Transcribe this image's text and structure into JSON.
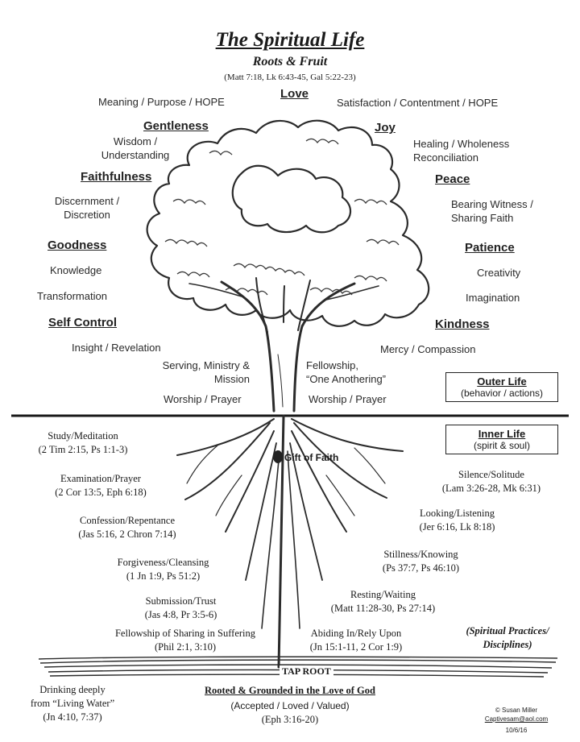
{
  "header": {
    "title": "The Spiritual Life",
    "subtitle": "Roots & Fruit",
    "references": "(Matt 7:18, Lk 6:43-45, Gal 5:22-23)"
  },
  "fruits": {
    "love": "Love",
    "love_left": "Meaning / Purpose / HOPE",
    "love_right": "Satisfaction / Contentment / HOPE",
    "gentleness": "Gentleness",
    "gentleness_desc_1": "Wisdom /",
    "gentleness_desc_2": "Understanding",
    "joy": "Joy",
    "joy_desc_1": "Healing / Wholeness",
    "joy_desc_2": "Reconciliation",
    "faithfulness": "Faithfulness",
    "faithfulness_desc_1": "Discernment /",
    "faithfulness_desc_2": "Discretion",
    "peace": "Peace",
    "peace_desc_1": "Bearing Witness /",
    "peace_desc_2": "Sharing Faith",
    "goodness": "Goodness",
    "goodness_desc_1": "Knowledge",
    "goodness_desc_2": "Transformation",
    "patience": "Patience",
    "patience_desc_1": "Creativity",
    "patience_desc_2": "Imagination",
    "self_control": "Self Control",
    "self_control_desc": "Insight / Revelation",
    "kindness": "Kindness",
    "kindness_desc": "Mercy / Compassion"
  },
  "trunk": {
    "serving_1": "Serving, Ministry &",
    "serving_2": "Mission",
    "fellowship_1": "Fellowship,",
    "fellowship_2": "“One Anothering”",
    "worship_left": "Worship / Prayer",
    "worship_right": "Worship / Prayer"
  },
  "outer_life": {
    "heading": "Outer Life",
    "sub": "(behavior / actions)"
  },
  "inner_life": {
    "heading": "Inner Life",
    "sub": "(spirit & soul)"
  },
  "gift_of_faith": "Gift of Faith",
  "roots_left": [
    {
      "name": "Study/Meditation",
      "ref": "(2 Tim 2:15, Ps 1:1-3)"
    },
    {
      "name": "Examination/Prayer",
      "ref": "(2 Cor 13:5, Eph 6:18)"
    },
    {
      "name": "Confession/Repentance",
      "ref": "(Jas 5:16, 2 Chron 7:14)"
    },
    {
      "name": "Forgiveness/Cleansing",
      "ref": "(1 Jn 1:9, Ps 51:2)"
    },
    {
      "name": "Submission/Trust",
      "ref": "(Jas 4:8, Pr 3:5-6)"
    },
    {
      "name": "Fellowship of Sharing in Suffering",
      "ref": "(Phil 2:1, 3:10)"
    }
  ],
  "roots_right": [
    {
      "name": "Silence/Solitude",
      "ref": "(Lam 3:26-28, Mk 6:31)"
    },
    {
      "name": "Looking/Listening",
      "ref": "(Jer 6:16, Lk 8:18)"
    },
    {
      "name": "Stillness/Knowing",
      "ref": "(Ps 37:7, Ps 46:10)"
    },
    {
      "name": "Resting/Waiting",
      "ref": "(Matt 11:28-30, Ps 27:14)"
    },
    {
      "name": "Abiding In/Rely Upon",
      "ref": "(Jn 15:1-11, 2 Cor 1:9)"
    }
  ],
  "practices_1": "(Spiritual Practices/",
  "practices_2": "Disciplines)",
  "tap_root": "TAP ROOT",
  "drinking_1": "Drinking deeply",
  "drinking_2": "from “Living Water”",
  "drinking_3": "(Jn 4:10, 7:37)",
  "grounded": "Rooted & Grounded in the Love of God",
  "grounded_sub": "(Accepted / Loved / Valued)",
  "grounded_ref": "(Eph 3:16-20)",
  "credit_1": "© Susan Miller",
  "credit_2": "Captivesam@aol.com",
  "credit_3": "10/6/16"
}
